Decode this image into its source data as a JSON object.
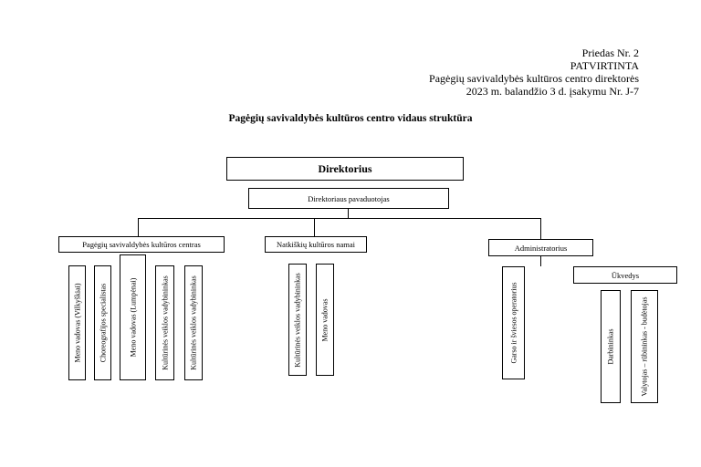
{
  "header": {
    "line1": "Priedas Nr. 2",
    "line2": "PATVIRTINTA",
    "line3": "Pagėgių savivaldybės kultūros centro direktorės",
    "line4": "2023 m. balandžio 3 d. įsakymu Nr. J-7"
  },
  "title": "Pagėgių savivaldybės kultūros centro vidaus struktūra",
  "director": "Direktorius",
  "deputy": "Direktoriaus pavaduotojas",
  "branches": {
    "center": "Pagėgių savivaldybės kultūros centras",
    "natkiskiai": "Natkiškių kultūros namai",
    "admin": "Administratorius",
    "ukvedys": "Ūkvedys"
  },
  "center_staff": [
    "Meno vadovas (Vilkyškiai)",
    "Choreografijos specialistas",
    "Meno vadovas (Lumpėnai)",
    "Kultūrinės veiklos vadybininkas",
    "Kultūrinės veiklos vadybininkas"
  ],
  "natkiskiai_staff": [
    "Kultūrinės veiklos vadybininkas",
    "Meno vadovas"
  ],
  "admin_staff": [
    "Garso ir šviesos operatorius"
  ],
  "ukvedys_staff": [
    "Darbininkas",
    "Valytojas – rūbininkas - budėtojas"
  ]
}
